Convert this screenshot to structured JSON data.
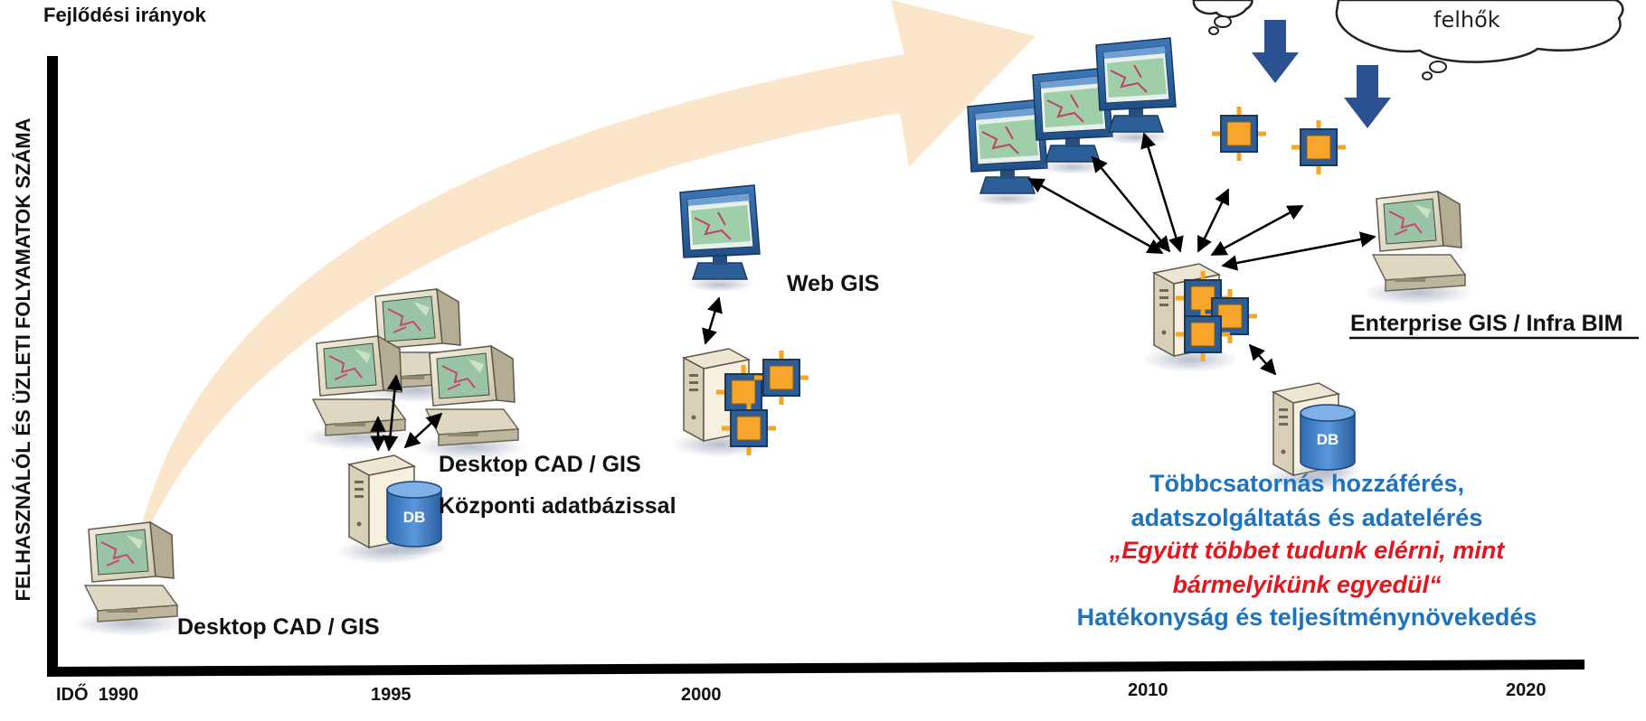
{
  "title": "Fejlődési irányok",
  "y_axis_label": "FELHASZNÁLÓL ÉS ÜZLETI FOLYAMATOK SZÁMA",
  "x_axis": {
    "label_prefix": "IDŐ",
    "ticks": [
      "1990",
      "1995",
      "2000",
      "2010",
      "2020"
    ]
  },
  "cloud_text": "felhők",
  "stages": {
    "desktop": {
      "label": "Desktop CAD / GIS"
    },
    "desktop_central": {
      "label_line1": "Desktop CAD / GIS",
      "label_line2": "Központi adatbázissal"
    },
    "web": {
      "label": "Web GIS"
    },
    "enterprise": {
      "label": "Enterprise GIS / Infra BIM"
    }
  },
  "db_label": "DB",
  "benefits": {
    "line1": "Többcsatornás hozzáférés,",
    "line2": "adatszolgáltatás és adatelérés",
    "quote_line1": "„Együtt többet tudunk elérni, mint",
    "quote_line2": "bármelyikünk egyedül“",
    "line3": "Hatékonyság és teljesítménynövekedés"
  },
  "colors": {
    "growth_arrow": "#fbe3c6",
    "accent_blue": "#1e73be",
    "quote_red": "#e8141b",
    "down_arrow": "#2c5190",
    "node_orange": "#f5a623"
  }
}
